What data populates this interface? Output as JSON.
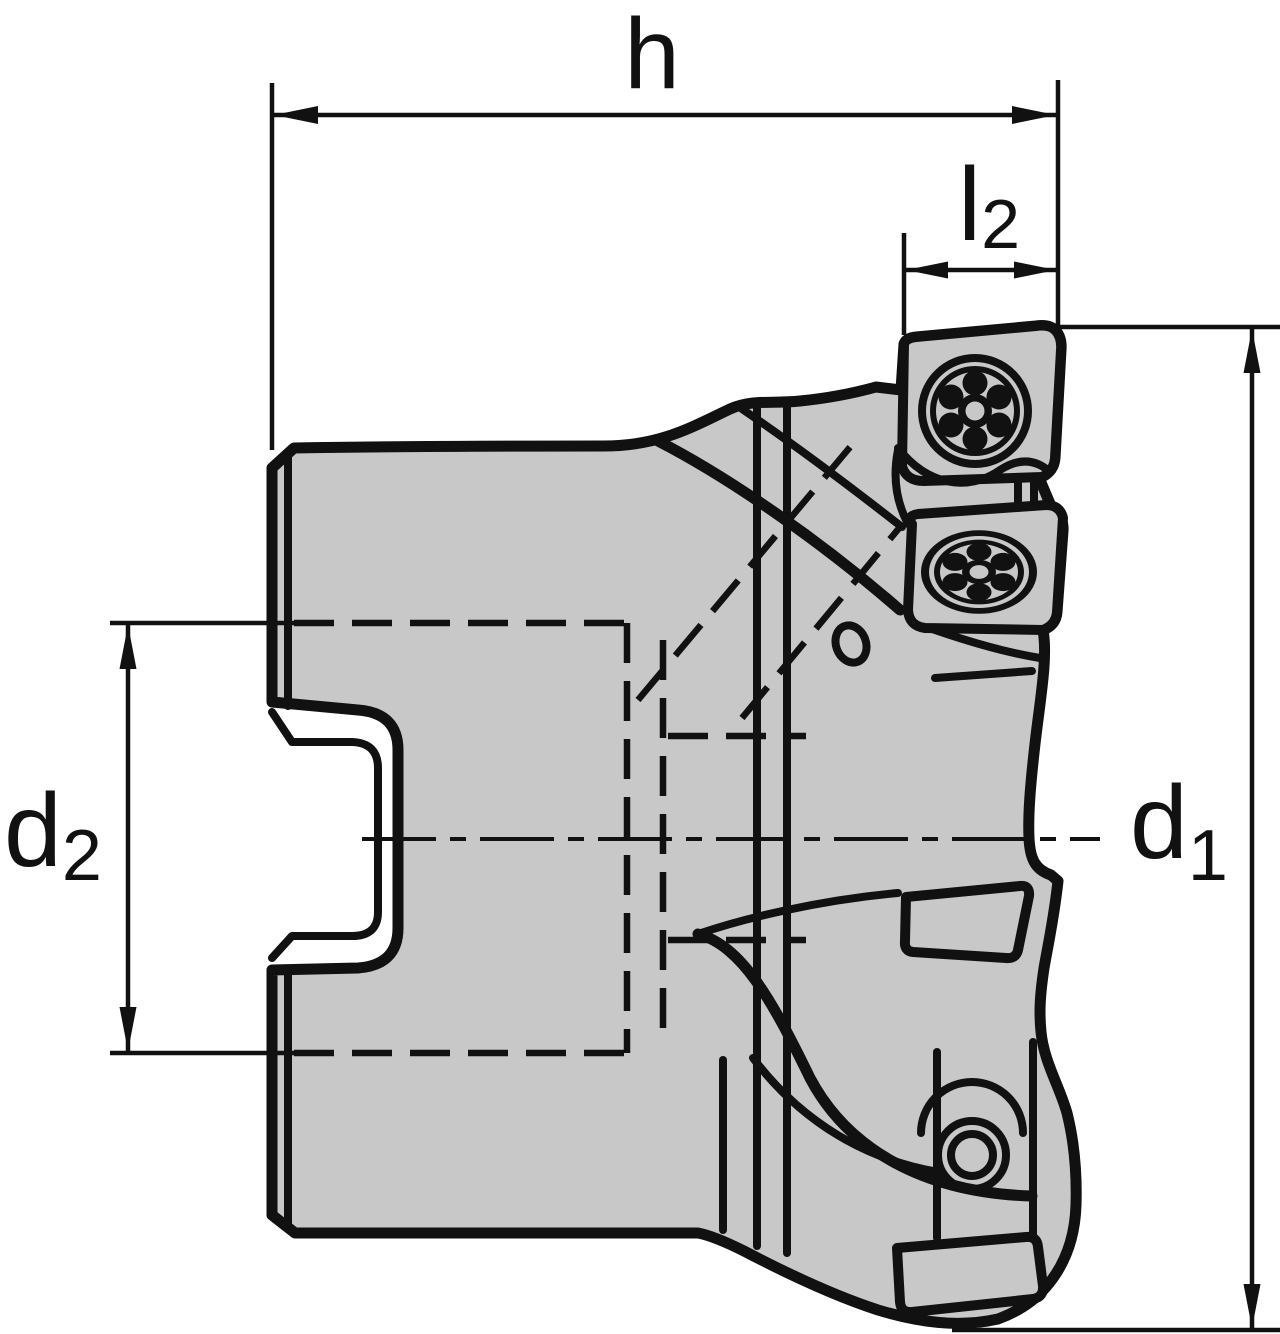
{
  "figure": {
    "kind": "technical-drawing",
    "subject": "face milling cutter with indexable inserts, side section view"
  },
  "colors": {
    "bg": "#ffffff",
    "body": "#c8c8c8",
    "line": "#111111"
  },
  "dimensions": {
    "h": {
      "base": "h",
      "sub": ""
    },
    "l2": {
      "base": "l",
      "sub": "2"
    },
    "d1": {
      "base": "d",
      "sub": "1"
    },
    "d2": {
      "base": "d",
      "sub": "2"
    }
  }
}
